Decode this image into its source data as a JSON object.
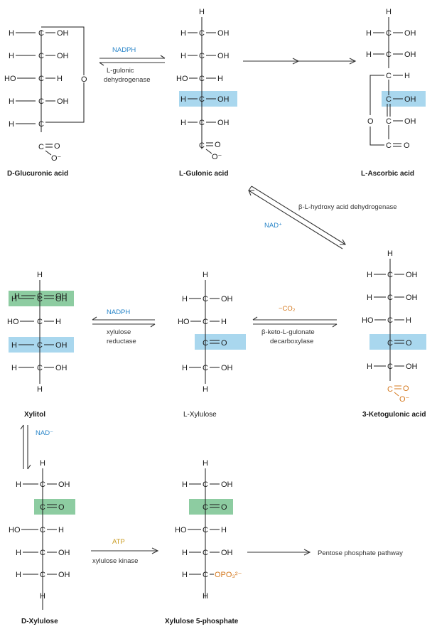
{
  "colors": {
    "blue_highlight": "#a9d7ee",
    "green_highlight": "#8dcca1",
    "cofactor_blue": "#2a86c9",
    "co2_orange": "#d4781e",
    "atp_gold": "#c99a1c"
  },
  "compounds": {
    "glucuronic": "D-Glucuronic acid",
    "gulonic": "L-Gulonic acid",
    "ascorbic": "L-Ascorbic acid",
    "ketogulonic": "3-Ketogulonic acid",
    "lxylulose": "L-Xylulose",
    "xylitol": "Xylitol",
    "dxylulose": "D-Xylulose",
    "x5p": "Xylulose 5-phosphate"
  },
  "enzymes": {
    "gulonic_dh_1": "L-gulonic",
    "gulonic_dh_2": "dehydrogenase",
    "bhyd": "β-L-hydroxy acid dehydrogenase",
    "xylred_1": "xylulose",
    "xylred_2": "reductase",
    "decarb_1": "β-keto-L-gulonate",
    "decarb_2": "decarboxylase",
    "kinase": "xylulose kinase"
  },
  "cofactors": {
    "nadph_1": "NADPH",
    "nad_plus": "NAD⁺",
    "co2": "−CO₂",
    "nadph_2": "NADPH",
    "nad_minus": "NAD⁻",
    "atp": "ATP"
  },
  "pathway": {
    "pentose": "Pentose phosphate pathway"
  },
  "atoms": {
    "H": "H",
    "C": "C",
    "O": "O",
    "OH": "OH",
    "HO": "HO",
    "Ominus": "O⁻",
    "eqO": "=O",
    "Ceq": "C=",
    "CeqO": "C = O",
    "OPO3": "OPO₃²⁻"
  }
}
